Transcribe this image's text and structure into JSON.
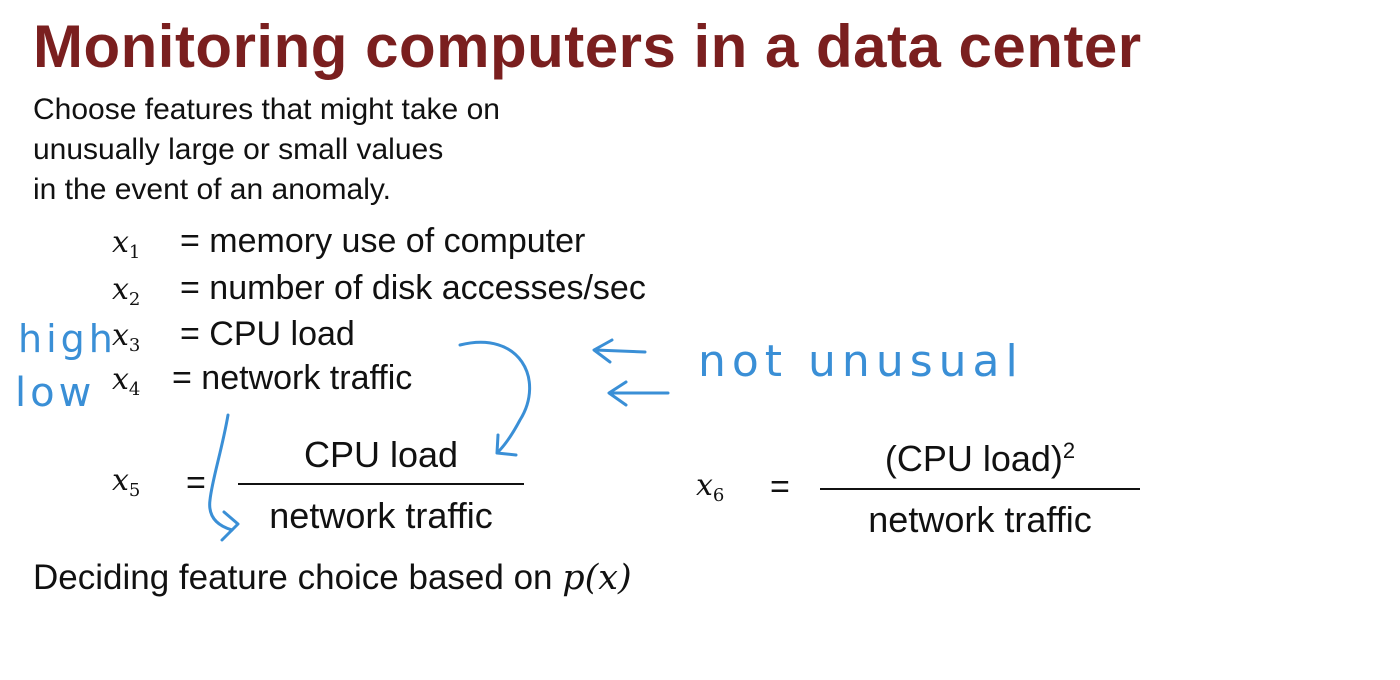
{
  "slide": {
    "title": "Monitoring computers in a data center",
    "intro_lines": [
      "Choose features that might take on",
      "unusually large or small values",
      "in the event of an anomaly."
    ],
    "features": [
      {
        "var": "x",
        "sub": "1",
        "text": "= memory use of computer"
      },
      {
        "var": "x",
        "sub": "2",
        "text": "= number of disk accesses/sec"
      },
      {
        "var": "x",
        "sub": "3",
        "text": "= CPU load"
      },
      {
        "var": "x",
        "sub": "4",
        "text": "= network traffic"
      }
    ],
    "x5": {
      "var": "x",
      "sub": "5",
      "eq": "=",
      "numerator": "CPU load",
      "denominator": "network traffic"
    },
    "x6": {
      "var": "x",
      "sub": "6",
      "eq": "=",
      "numerator": "(CPU load)",
      "numerator_sup": "2",
      "denominator": "network traffic"
    },
    "footer": {
      "text": "Deciding feature choice based on ",
      "math": "p(x)"
    }
  },
  "annotations": {
    "high": "high",
    "low": "low",
    "not_unusual": "not unusual",
    "ink_color": "#3a8fd6"
  },
  "colors": {
    "title": "#7a1f1f",
    "text": "#111111",
    "background": "#ffffff"
  }
}
